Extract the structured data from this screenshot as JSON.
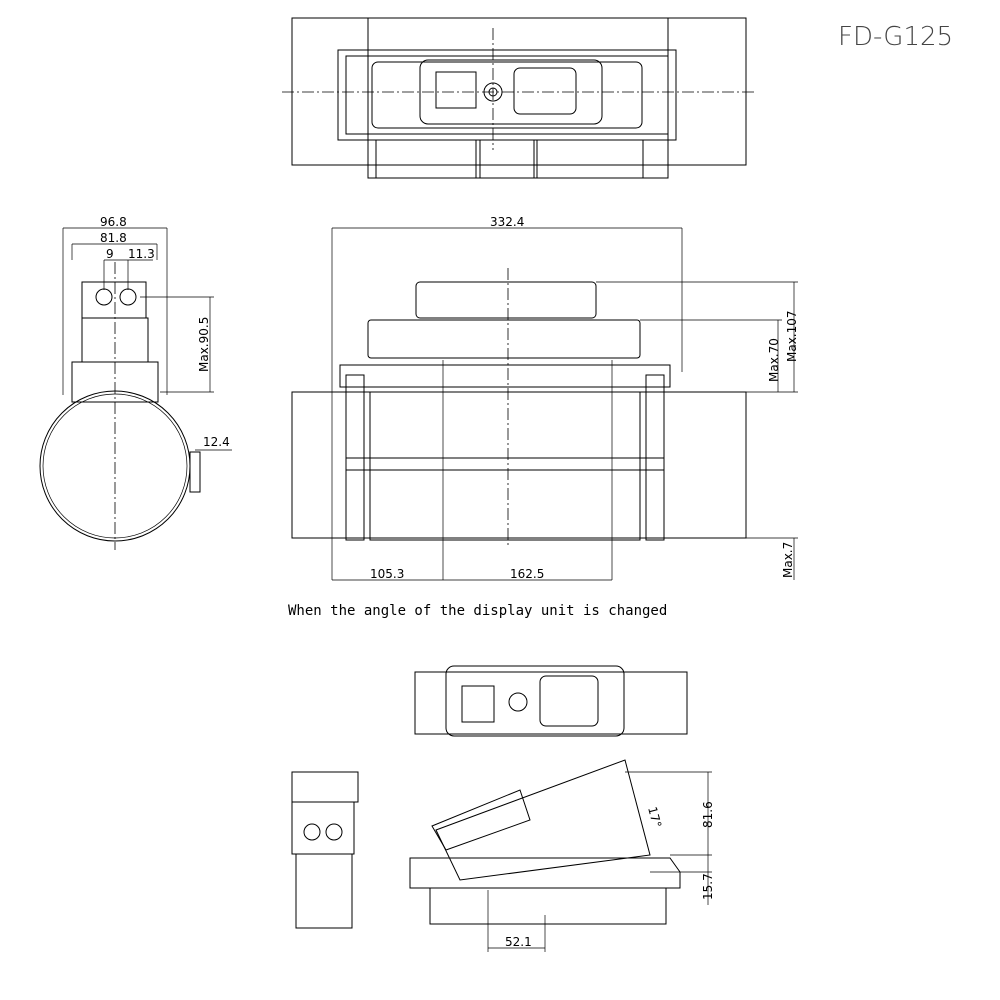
{
  "title": "FD-G125",
  "caption": "When the angle of the display unit is changed",
  "side_view": {
    "width_outer": "96.8",
    "width_inner": "81.8",
    "offset_a": "9",
    "offset_b": "11.3",
    "height_max": "Max.90.5",
    "clamp": "12.4"
  },
  "front_view": {
    "width_total": "332.4",
    "height_a": "Max.70",
    "height_b": "Max.107",
    "bottom": "Max.7",
    "left_offset": "105.3",
    "center_span": "162.5"
  },
  "tilted_view": {
    "angle": "17°",
    "height_top": "81.6",
    "height_base": "15.7",
    "base_offset": "52.1"
  }
}
